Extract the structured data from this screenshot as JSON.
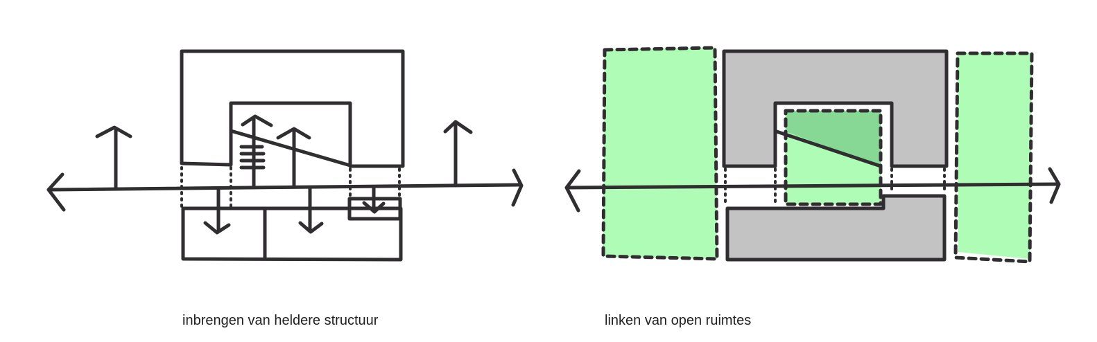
{
  "captions": {
    "left": "inbrengen van heldere structuur",
    "right": "linken van open ruimtes"
  },
  "colors": {
    "ink": "#312e31",
    "open_space_green": "#aefcb5",
    "courtyard_green": "#86d894",
    "building_grey": "#c3c3c3",
    "background": "#ffffff"
  },
  "icons": {
    "axis": "double-headed-arrow",
    "up_arrow": "arrow-up",
    "down_arrow": "arrow-down",
    "stairs": "stair-lines"
  }
}
